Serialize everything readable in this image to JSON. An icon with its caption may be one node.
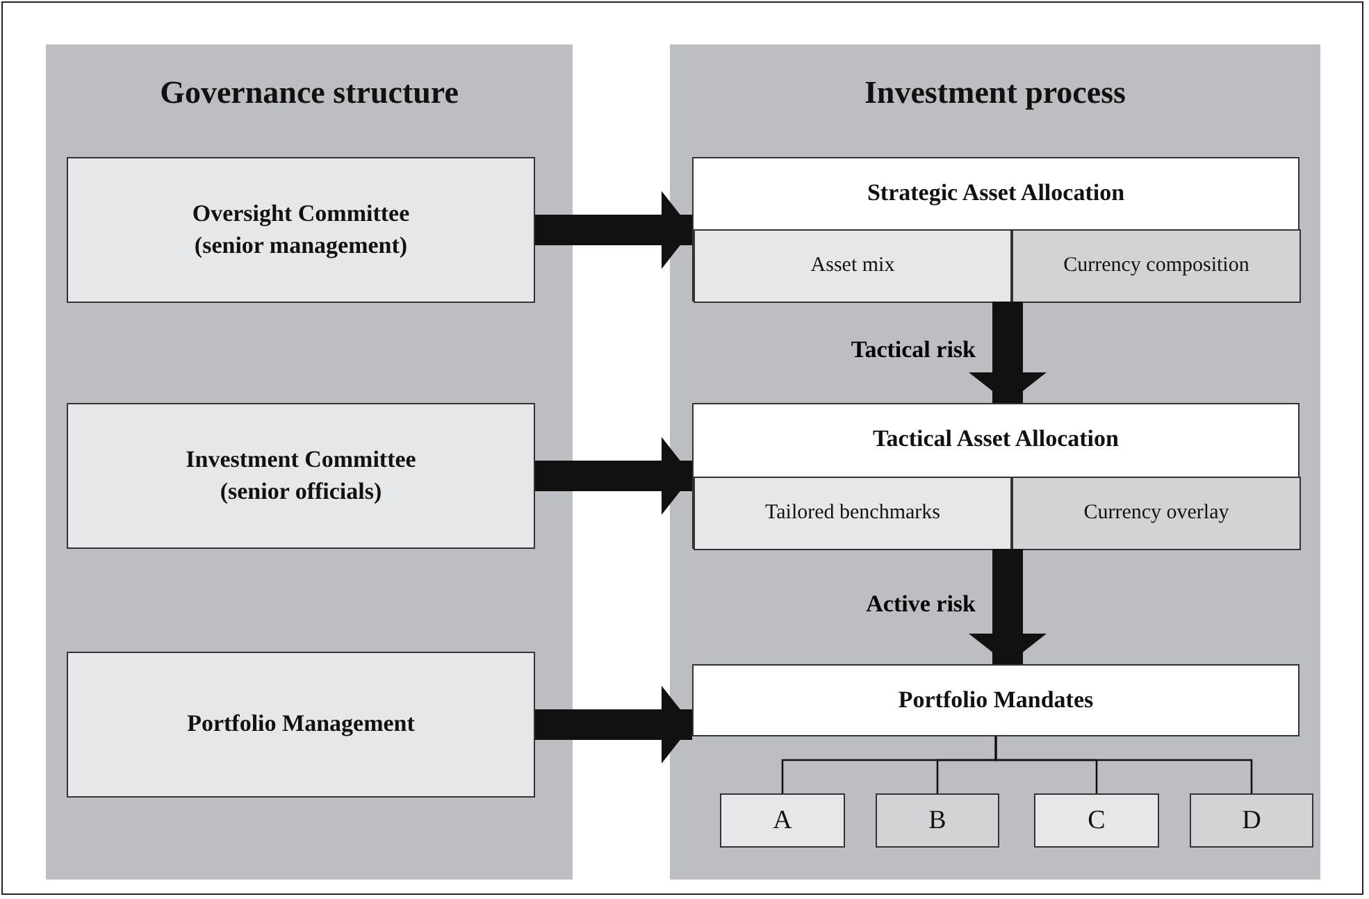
{
  "diagram": {
    "nodes": [
      {
        "text": [
          "Governance structure"
        ]
      },
      {
        "text": [
          "Oversight Committee (senior management)"
        ],
        "in": 0
      },
      {
        "text": [
          "Investment Committee (senior officials)"
        ],
        "in": 0
      },
      {
        "text": [
          "Portfolio Management"
        ],
        "in": 0
      },
      {
        "text": [
          "Investment process"
        ]
      },
      {
        "text": [
          "Strategic Asset Allocation"
        ],
        "in": 4
      },
      {
        "text": [
          "Asset mix"
        ],
        "in": 5
      },
      {
        "text": [
          "Currency composition"
        ],
        "in": 5
      },
      {
        "text": [
          "Tactical Asset Allocation"
        ],
        "in": 4
      },
      {
        "text": [
          "Tailored benchmarks"
        ],
        "in": 8
      },
      {
        "text": [
          "Currency overlay"
        ],
        "in": 8
      },
      {
        "text": [
          "Portfolio Mandates"
        ],
        "in": 4
      },
      {
        "text": [
          "A"
        ],
        "in": 4
      },
      {
        "text": [
          "B"
        ],
        "in": 4
      },
      {
        "text": [
          "C"
        ],
        "in": 4
      },
      {
        "text": [
          "D"
        ],
        "in": 4
      }
    ],
    "edges": [
      {
        "from": 1,
        "to": 5,
        "arrow": "to"
      },
      {
        "from": 2,
        "to": 8,
        "arrow": "to"
      },
      {
        "from": 3,
        "to": 11,
        "arrow": "to"
      },
      {
        "from": 5,
        "to": 8,
        "arrow": "to",
        "label": "Tactical risk"
      },
      {
        "from": 8,
        "to": 11,
        "arrow": "to",
        "label": "Active risk"
      },
      {
        "from": 11,
        "to": 12,
        "arrow": "none"
      },
      {
        "from": 11,
        "to": 13,
        "arrow": "none"
      },
      {
        "from": 11,
        "to": 14,
        "arrow": "none"
      },
      {
        "from": 11,
        "to": 15,
        "arrow": "none"
      }
    ]
  }
}
